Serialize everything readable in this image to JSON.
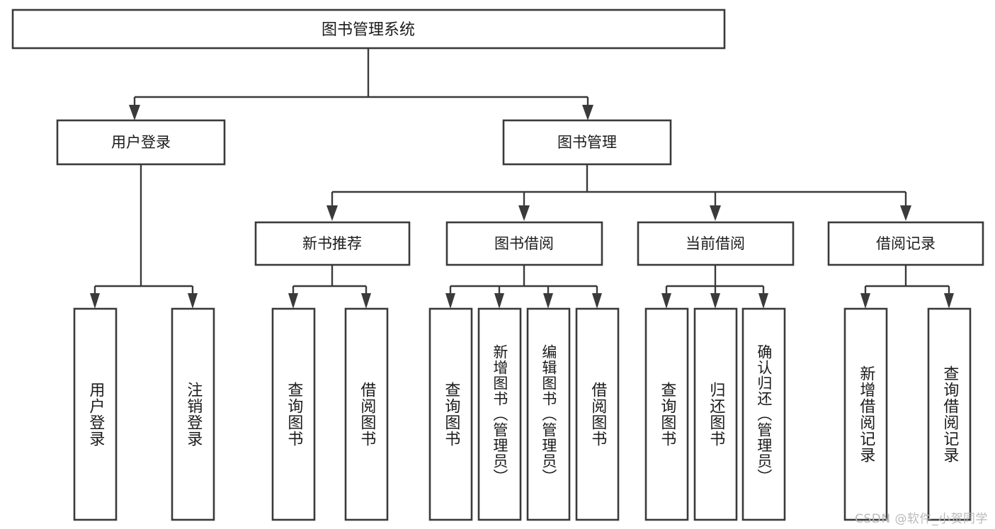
{
  "diagram": {
    "title": "图书管理系统",
    "type": "tree-hierarchy-chart",
    "watermark": "CSDN @软件_小贺同学",
    "colors": {
      "stroke": "#3a3a3a",
      "fill": "#ffffff",
      "text": "#1b1b1b",
      "watermark": "#b9b9b9"
    },
    "levels": {
      "root": {
        "label": "图书管理系统"
      },
      "level2": [
        {
          "label": "用户登录"
        },
        {
          "label": "图书管理"
        }
      ],
      "level3": [
        {
          "label": "新书推荐"
        },
        {
          "label": "图书借阅"
        },
        {
          "label": "当前借阅"
        },
        {
          "label": "借阅记录"
        }
      ],
      "leaves": [
        {
          "label": "用户登录",
          "parent": "用户登录"
        },
        {
          "label": "注销登录",
          "parent": "用户登录"
        },
        {
          "label": "查询图书",
          "parent": "新书推荐"
        },
        {
          "label": "借阅图书",
          "parent": "新书推荐"
        },
        {
          "label": "查询图书",
          "parent": "图书借阅"
        },
        {
          "label": "新增图书（管理员）",
          "parent": "图书借阅"
        },
        {
          "label": "编辑图书（管理员）",
          "parent": "图书借阅"
        },
        {
          "label": "借阅图书",
          "parent": "图书借阅"
        },
        {
          "label": "查询图书",
          "parent": "当前借阅"
        },
        {
          "label": "归还图书",
          "parent": "当前借阅"
        },
        {
          "label": "确认归还（管理员）",
          "parent": "当前借阅"
        },
        {
          "label": "新增借阅记录",
          "parent": "借阅记录"
        },
        {
          "label": "查询借阅记录",
          "parent": "借阅记录"
        }
      ]
    }
  }
}
